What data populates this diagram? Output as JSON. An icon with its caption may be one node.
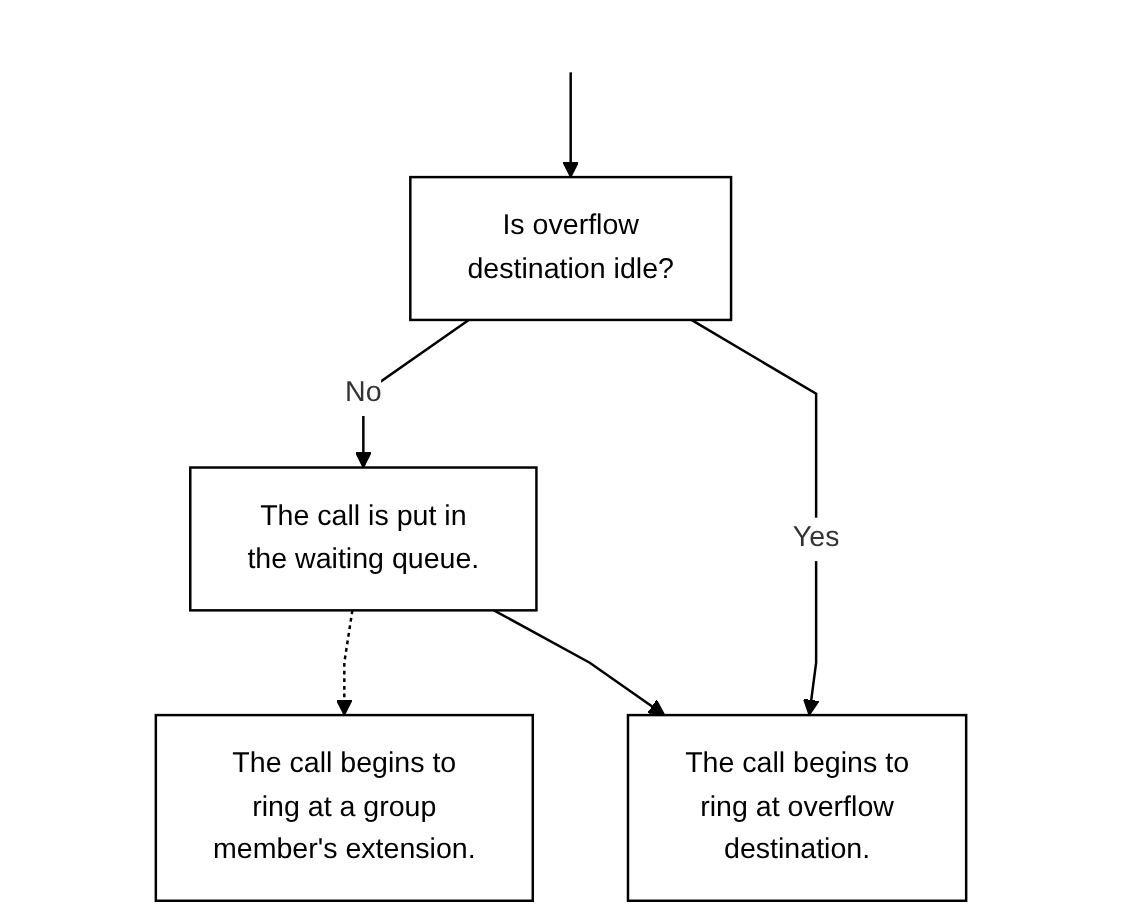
{
  "diagram": {
    "nodes": [
      {
        "text": [
          "Is overflow destination idle?"
        ]
      },
      {
        "text": [
          "The call is put in the waiting queue."
        ]
      },
      {
        "text": [
          "The call begins to ring at a group member's extension."
        ]
      },
      {
        "text": [
          "The call begins to ring at overflow destination."
        ]
      }
    ],
    "edges": [
      {
        "from": null,
        "to": 0,
        "arrow": "to"
      },
      {
        "from": 0,
        "to": 1,
        "label": "No",
        "arrow": "to"
      },
      {
        "from": 0,
        "to": 3,
        "label": "Yes",
        "arrow": "to"
      },
      {
        "from": 1,
        "to": 2,
        "arrow": "to",
        "style": "dashed"
      },
      {
        "from": 1,
        "to": 3,
        "arrow": "to"
      }
    ]
  }
}
